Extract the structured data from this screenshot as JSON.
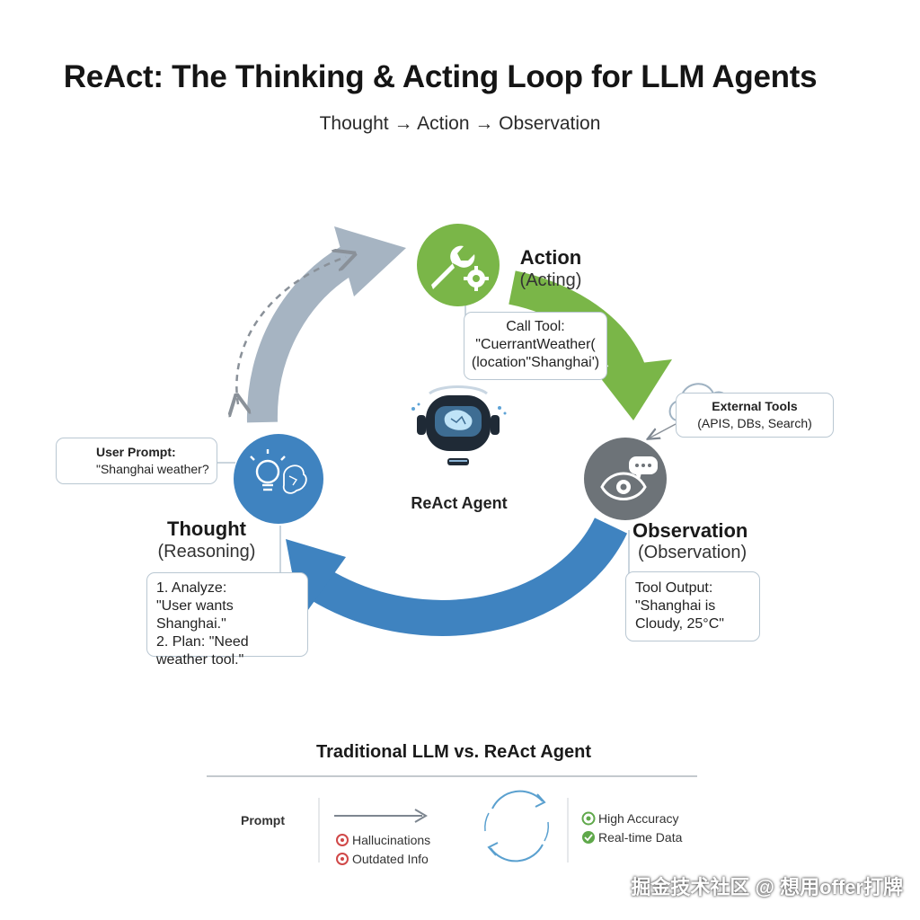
{
  "title": "ReAct: The Thinking & Acting Loop for LLM Agents",
  "subtitle": "Thought → Action → Observation",
  "agent": {
    "label": "ReAct Agent"
  },
  "action": {
    "title": "Action",
    "subtitle": "(Acting)",
    "box_lines": [
      "Call Tool:",
      "\"CuerrantWeather(",
      "(location\"Shanghai')"
    ],
    "color": "#7ab648"
  },
  "thought": {
    "title": "Thought",
    "subtitle": "(Reasoning)",
    "box_lines": [
      "1. Analyze:",
      "\"User wants Shanghai.\"",
      "2. Plan: \"Need",
      "weather tool.\""
    ],
    "color": "#3f83c0"
  },
  "observation": {
    "title": "Observation",
    "subtitle": "(Observation)",
    "box_lines": [
      "Tool Output:",
      "\"Shanghai is",
      "Cloudy, 25°C\""
    ],
    "color": "#6d7378"
  },
  "user_prompt": {
    "title": "User Prompt:",
    "text": "\"Shanghai weather?"
  },
  "external_tools": {
    "title": "External Tools",
    "text": "(APIS, DBs, Search)"
  },
  "comparison": {
    "title": "Traditional LLM vs. ReAct Agent",
    "prompt_label": "Prompt",
    "traditional_issues": [
      "Hallucinations",
      "Outdated Info"
    ],
    "react_benefits": [
      "High Accuracy",
      "Real-time Data"
    ]
  },
  "watermark": "掘金技术社区 @ 想用offer打牌"
}
